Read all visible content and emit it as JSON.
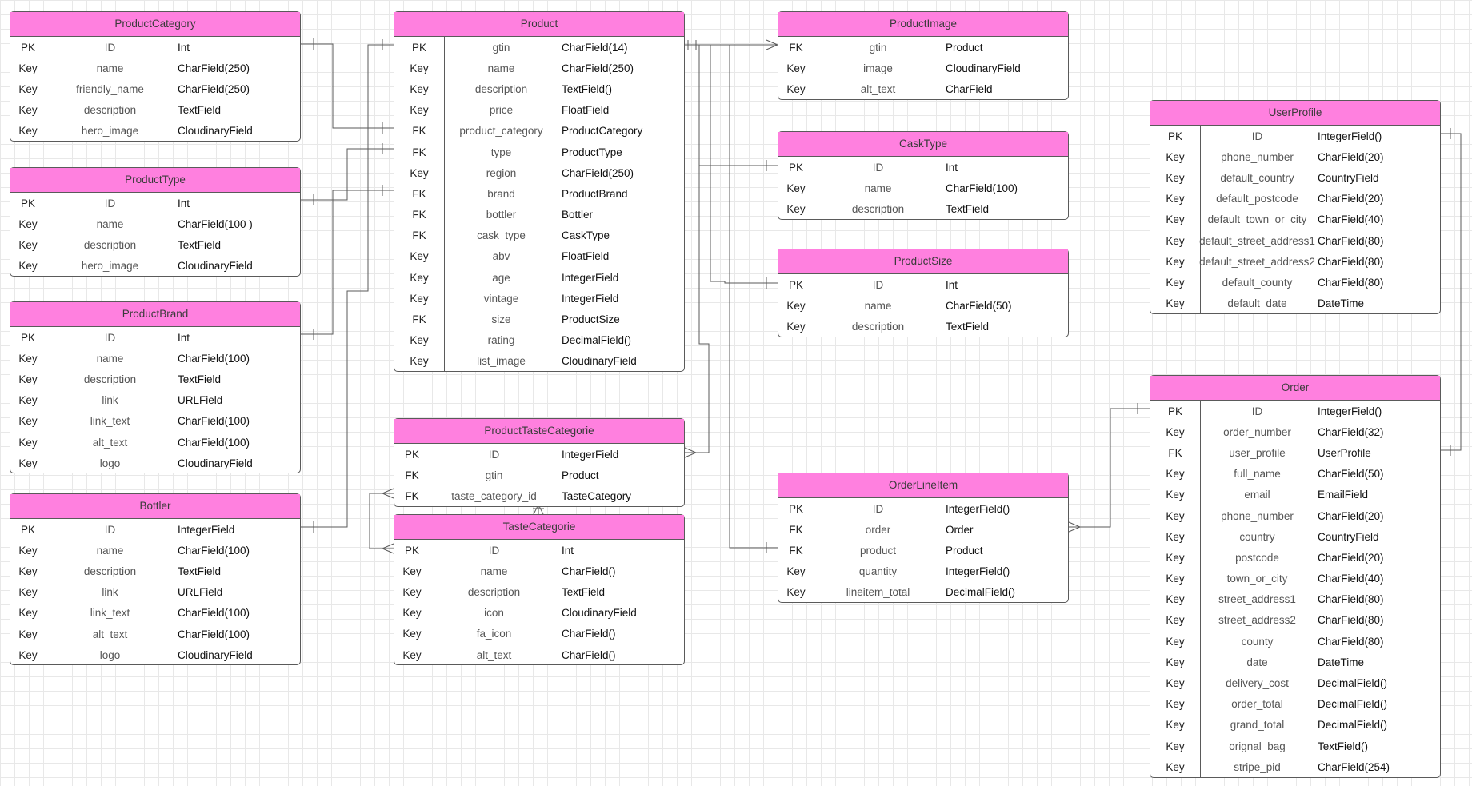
{
  "entities": [
    {
      "id": "ProductCategory",
      "name": "ProductCategory",
      "rows": [
        [
          "PK",
          "ID",
          "Int"
        ],
        [
          "Key",
          "name",
          "CharField(250)"
        ],
        [
          "Key",
          "friendly_name",
          "CharField(250)"
        ],
        [
          "Key",
          "description",
          "TextField"
        ],
        [
          "Key",
          "hero_image",
          "CloudinaryField"
        ]
      ]
    },
    {
      "id": "ProductType",
      "name": "ProductType",
      "rows": [
        [
          "PK",
          "ID",
          "Int"
        ],
        [
          "Key",
          "name",
          "CharField(100    )"
        ],
        [
          "Key",
          "description",
          "TextField"
        ],
        [
          "Key",
          "hero_image",
          "CloudinaryField"
        ]
      ]
    },
    {
      "id": "ProductBrand",
      "name": "ProductBrand",
      "rows": [
        [
          "PK",
          "ID",
          "Int"
        ],
        [
          "Key",
          "name",
          "CharField(100)"
        ],
        [
          "Key",
          "description",
          "TextField"
        ],
        [
          "Key",
          "link",
          "URLField"
        ],
        [
          "Key",
          "link_text",
          "CharField(100)"
        ],
        [
          "Key",
          "alt_text",
          "CharField(100)"
        ],
        [
          "Key",
          "logo",
          "CloudinaryField"
        ]
      ]
    },
    {
      "id": "Bottler",
      "name": "Bottler",
      "rows": [
        [
          "PK",
          "ID",
          "IntegerField"
        ],
        [
          "Key",
          "name",
          "CharField(100)"
        ],
        [
          "Key",
          "description",
          "TextField"
        ],
        [
          "Key",
          "link",
          "URLField"
        ],
        [
          "Key",
          "link_text",
          "CharField(100)"
        ],
        [
          "Key",
          "alt_text",
          "CharField(100)"
        ],
        [
          "Key",
          "logo",
          "CloudinaryField"
        ]
      ]
    },
    {
      "id": "Product",
      "name": "Product",
      "rows": [
        [
          "PK",
          "gtin",
          "CharField(14)"
        ],
        [
          "Key",
          "name",
          "CharField(250)"
        ],
        [
          "Key",
          "description",
          "TextField()"
        ],
        [
          "Key",
          "price",
          "FloatField"
        ],
        [
          "FK",
          "product_category",
          "ProductCategory"
        ],
        [
          "FK",
          "type",
          "ProductType"
        ],
        [
          "Key",
          "region",
          "CharField(250)"
        ],
        [
          "FK",
          "brand",
          "ProductBrand"
        ],
        [
          "FK",
          "bottler",
          "Bottler"
        ],
        [
          "FK",
          "cask_type",
          "CaskType"
        ],
        [
          "Key",
          "abv",
          "FloatField"
        ],
        [
          "Key",
          "age",
          "IntegerField"
        ],
        [
          "Key",
          "vintage",
          "IntegerField"
        ],
        [
          "FK",
          "size",
          "ProductSize"
        ],
        [
          "Key",
          "rating",
          "DecimalField()"
        ],
        [
          "Key",
          "list_image",
          "CloudinaryField"
        ]
      ]
    },
    {
      "id": "ProductTasteCategorie",
      "name": "ProductTasteCategorie",
      "rows": [
        [
          "PK",
          "ID",
          "IntegerField"
        ],
        [
          "FK",
          "gtin",
          "Product"
        ],
        [
          "FK",
          "taste_category_id",
          "TasteCategory"
        ]
      ]
    },
    {
      "id": "TasteCategorie",
      "name": "TasteCategorie",
      "rows": [
        [
          "PK",
          "ID",
          "Int"
        ],
        [
          "Key",
          "name",
          "CharField()"
        ],
        [
          "Key",
          "description",
          "TextField"
        ],
        [
          "Key",
          "icon",
          "CloudinaryField"
        ],
        [
          "Key",
          "fa_icon",
          "CharField()"
        ],
        [
          "Key",
          "alt_text",
          "CharField()"
        ]
      ]
    },
    {
      "id": "ProductImage",
      "name": "ProductImage",
      "rows": [
        [
          "FK",
          "gtin",
          "Product"
        ],
        [
          "Key",
          "image",
          "CloudinaryField"
        ],
        [
          "Key",
          "alt_text",
          "CharField"
        ]
      ]
    },
    {
      "id": "CaskType",
      "name": "CaskType",
      "rows": [
        [
          "PK",
          "ID",
          "Int"
        ],
        [
          "Key",
          "name",
          "CharField(100)"
        ],
        [
          "Key",
          "description",
          "TextField"
        ]
      ]
    },
    {
      "id": "ProductSize",
      "name": "ProductSize",
      "rows": [
        [
          "PK",
          "ID",
          "Int"
        ],
        [
          "Key",
          "name",
          "CharField(50)"
        ],
        [
          "Key",
          "description",
          "TextField"
        ]
      ]
    },
    {
      "id": "OrderLineItem",
      "name": "OrderLineItem",
      "rows": [
        [
          "PK",
          "ID",
          "IntegerField()"
        ],
        [
          "FK",
          "order",
          "Order"
        ],
        [
          "FK",
          "product",
          "Product"
        ],
        [
          "Key",
          "quantity",
          "IntegerField()"
        ],
        [
          "Key",
          "lineitem_total",
          "DecimalField()"
        ]
      ]
    },
    {
      "id": "UserProfile",
      "name": "UserProfile",
      "rows": [
        [
          "PK",
          "ID",
          "IntegerField()"
        ],
        [
          "Key",
          "phone_number",
          "CharField(20)"
        ],
        [
          "Key",
          "default_country",
          "CountryField"
        ],
        [
          "Key",
          "default_postcode",
          "CharField(20)"
        ],
        [
          "Key",
          "default_town_or_city",
          "CharField(40)"
        ],
        [
          "Key",
          "default_street_address1",
          "CharField(80)"
        ],
        [
          "Key",
          "default_street_address2",
          "CharField(80)"
        ],
        [
          "Key",
          "default_county",
          "CharField(80)"
        ],
        [
          "Key",
          "default_date",
          "DateTime"
        ]
      ]
    },
    {
      "id": "Order",
      "name": "Order",
      "rows": [
        [
          "PK",
          "ID",
          "IntegerField()"
        ],
        [
          "Key",
          "order_number",
          "CharField(32)"
        ],
        [
          "FK",
          "user_profile",
          "UserProfile"
        ],
        [
          "Key",
          "full_name",
          "CharField(50)"
        ],
        [
          "Key",
          "email",
          "EmailField"
        ],
        [
          "Key",
          "phone_number",
          "CharField(20)"
        ],
        [
          "Key",
          "country",
          "CountryField"
        ],
        [
          "Key",
          "postcode",
          "CharField(20)"
        ],
        [
          "Key",
          "town_or_city",
          "CharField(40)"
        ],
        [
          "Key",
          "street_address1",
          "CharField(80)"
        ],
        [
          "Key",
          "street_address2",
          "CharField(80)"
        ],
        [
          "Key",
          "county",
          "CharField(80)"
        ],
        [
          "Key",
          "date",
          "DateTime"
        ],
        [
          "Key",
          "delivery_cost",
          "DecimalField()"
        ],
        [
          "Key",
          "order_total",
          "DecimalField()"
        ],
        [
          "Key",
          "grand_total",
          "DecimalField()"
        ],
        [
          "Key",
          "orignal_bag",
          "TextField()"
        ],
        [
          "Key",
          "stripe_pid",
          "CharField(254)"
        ]
      ]
    }
  ]
}
